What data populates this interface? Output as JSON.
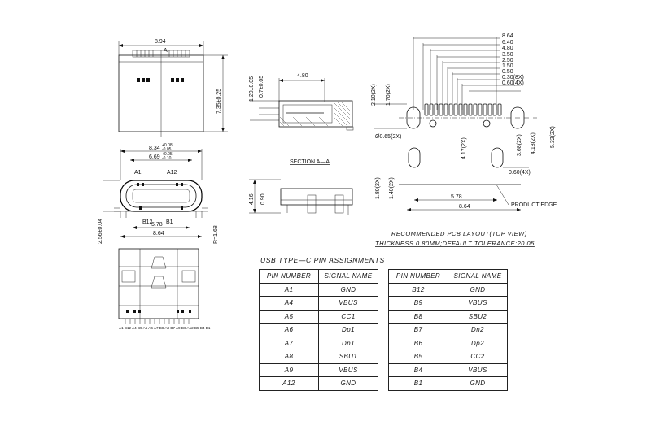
{
  "views": {
    "top_view": {
      "dim_width": "8.94",
      "dim_height": "7.35±0.25",
      "section_mark": "A"
    },
    "section_view": {
      "dim_len": "4.80",
      "dim_a": "1.20±0.05",
      "dim_b": "0.7±0.05",
      "caption": "SECTION A—A"
    },
    "front_view": {
      "dim_outer": "8.34",
      "dim_outer_tol_plus": "+0.08",
      "dim_outer_tol_minus": "-0.05",
      "dim_inner": "6.69",
      "dim_inner_tol_plus": "+0.05",
      "dim_inner_tol_minus": "-0.10",
      "label_a1": "A1",
      "label_a12": "A12",
      "label_b12": "B12",
      "label_b1": "B1",
      "dim_578": "5.78",
      "dim_864": "8.64",
      "dim_height": "2.56±0.04",
      "dim_r": "R=1.68"
    },
    "side_view": {
      "dim_416": "4.16",
      "dim_090": "0.90"
    },
    "bottom_view": {
      "pin_labels": "A1 B12 A4 B9 A5 A6 A7 B8 A8 B7 A9 B6 A12 B5 B4 B1"
    },
    "pcb_layout": {
      "top_dims": [
        "8.64",
        "6.40",
        "4.80",
        "3.50",
        "2.50",
        "1.50",
        "0.50",
        "0.30(8X)",
        "0.60(4X)"
      ],
      "dim_210": "2.10(2X)",
      "dim_170": "1.70(2X)",
      "dim_hole": "Ø0.65(2X)",
      "dim_417": "4.17(2X)",
      "dim_368": "3.68(2X)",
      "dim_418": "4.18(2X)",
      "dim_532": "5.32(2X)",
      "dim_180": "1.80(2X)",
      "dim_140": "1.40(2X)",
      "dim_060": "0.60(4X)",
      "dim_578": "5.78",
      "dim_864": "8.64",
      "edge_label": "PRODUCT EDGE",
      "note1": "RECOMMENDED PCB LAYOUT(TOP VIEW)",
      "note2": "THICKNESS 0.80MM;DEFAULT TOLERANCE:?0.05"
    }
  },
  "pin_table": {
    "title": "USB TYPE—C PIN ASSIGNMENTS",
    "header_pin": "PIN NUMBER",
    "header_signal": "SIGNAL NAME",
    "left": [
      {
        "pin": "A1",
        "signal": "GND"
      },
      {
        "pin": "A4",
        "signal": "VBUS"
      },
      {
        "pin": "A5",
        "signal": "CC1"
      },
      {
        "pin": "A6",
        "signal": "Dp1"
      },
      {
        "pin": "A7",
        "signal": "Dn1"
      },
      {
        "pin": "A8",
        "signal": "SBU1"
      },
      {
        "pin": "A9",
        "signal": "VBUS"
      },
      {
        "pin": "A12",
        "signal": "GND"
      }
    ],
    "right": [
      {
        "pin": "B12",
        "signal": "GND"
      },
      {
        "pin": "B9",
        "signal": "VBUS"
      },
      {
        "pin": "B8",
        "signal": "SBU2"
      },
      {
        "pin": "B7",
        "signal": "Dn2"
      },
      {
        "pin": "B6",
        "signal": "Dp2"
      },
      {
        "pin": "B5",
        "signal": "CC2"
      },
      {
        "pin": "B4",
        "signal": "VBUS"
      },
      {
        "pin": "B1",
        "signal": "GND"
      }
    ]
  }
}
